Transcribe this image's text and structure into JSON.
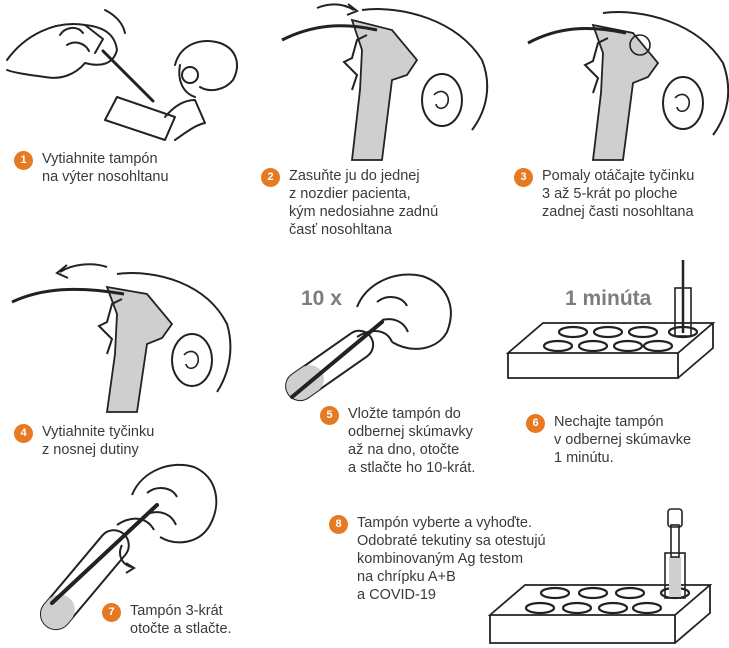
{
  "steps": [
    {
      "num": "1",
      "lines": [
        "Vytiahnite tampón",
        "na výter nosohltanu"
      ]
    },
    {
      "num": "2",
      "lines": [
        "Zasuňte ju do jednej",
        "z nozdier pacienta,",
        "kým nedosiahne zadnú",
        "časť nosohltana"
      ]
    },
    {
      "num": "3",
      "lines": [
        "Pomaly otáčajte tyčinku",
        "3 až 5-krát po ploche",
        "zadnej časti nosohltana"
      ]
    },
    {
      "num": "4",
      "lines": [
        "Vytiahnite tyčinku",
        "z nosnej dutiny"
      ]
    },
    {
      "num": "5",
      "lines": [
        "Vložte tampón do",
        "odbernej skúmavky",
        "až na dno, otočte",
        "a stlačte ho 10-krát."
      ]
    },
    {
      "num": "6",
      "lines": [
        "Nechajte tampón",
        "v odbernej skúmavke",
        "1 minútu."
      ]
    },
    {
      "num": "7",
      "lines": [
        "Tampón 3-krát",
        "otočte a stlačte."
      ]
    },
    {
      "num": "8",
      "lines": [
        "Tampón vyberte a vyhoďte.",
        "Odobraté tekutiny sa otestujú",
        "kombinovaným Ag testom",
        "na chrípku A+B",
        "a COVID-19"
      ]
    }
  ],
  "labels": {
    "ten_times": "10 x",
    "one_minute": "1 minúta"
  },
  "colors": {
    "accent": "#e67a22",
    "text": "#3a3a3a",
    "label_gray": "#7d7d7d",
    "tissue_gray": "#cfcfcf"
  }
}
